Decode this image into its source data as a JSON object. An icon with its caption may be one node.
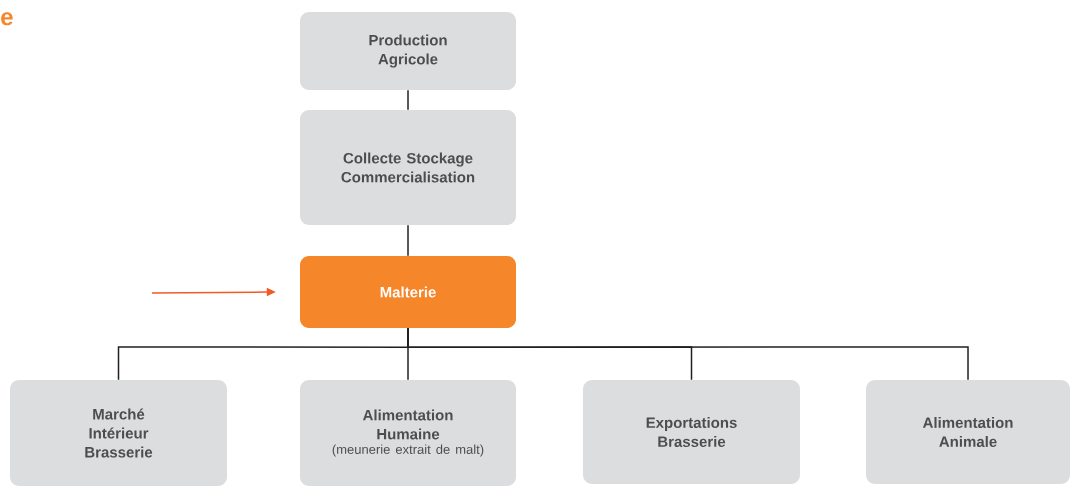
{
  "diagram": {
    "nodes": [
      {
        "text": [
          "Production Agricole"
        ]
      },
      {
        "text": [
          "Collecte Stockage Commercialisation"
        ]
      },
      {
        "text": [
          "Malterie"
        ]
      },
      {
        "text": [
          "Marché Intérieur Brasserie"
        ]
      },
      {
        "text": [
          "Alimentation Humaine",
          "(meunerie extrait de malt)"
        ]
      },
      {
        "text": [
          "Exportations Brasserie"
        ]
      },
      {
        "text": [
          "Alimentation Animale"
        ]
      }
    ],
    "edges": [
      {
        "from": 0,
        "to": 1,
        "arrow": "none"
      },
      {
        "from": 1,
        "to": 2,
        "arrow": "none"
      },
      {
        "from": 2,
        "to": 3,
        "arrow": "none"
      },
      {
        "from": 2,
        "to": 4,
        "arrow": "none"
      },
      {
        "from": 2,
        "to": 5,
        "arrow": "none"
      },
      {
        "from": 2,
        "to": 6,
        "arrow": "none"
      },
      {
        "from": null,
        "to": 2,
        "arrow": "to",
        "color": "#f15a24"
      }
    ],
    "labels": [
      "e"
    ]
  }
}
